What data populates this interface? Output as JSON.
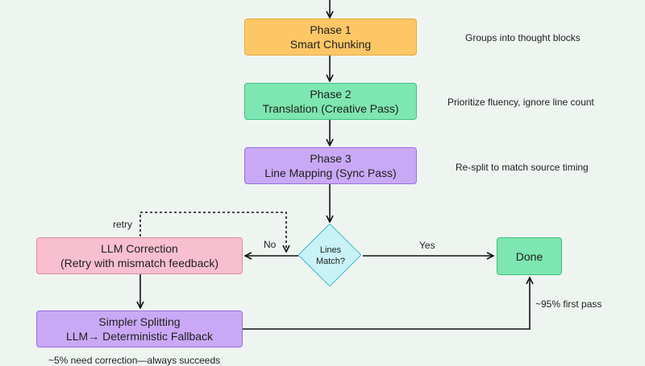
{
  "nodes": {
    "phase1": {
      "line1": "Phase 1",
      "line2": "Smart Chunking",
      "fill": "#fdc766",
      "stroke": "#e6a93a"
    },
    "phase2": {
      "line1": "Phase 2",
      "line2": "Translation (Creative Pass)",
      "fill": "#7ee6b0",
      "stroke": "#3fbf86"
    },
    "phase3": {
      "line1": "Phase 3",
      "line2": "Line Mapping (Sync Pass)",
      "fill": "#c9a9f5",
      "stroke": "#9a6fe0"
    },
    "decision": {
      "line1": "Lines",
      "line2": "Match?",
      "fill": "#c8f2f6",
      "stroke": "#38b8c8"
    },
    "llm_correction": {
      "line1": "LLM Correction",
      "line2": "(Retry with mismatch feedback)",
      "fill": "#f8bfd0",
      "stroke": "#e48aa6"
    },
    "simpler_splitting": {
      "line1": "Simpler Splitting",
      "line2": "LLM→ Deterministic Fallback",
      "fill": "#c9a9f5",
      "stroke": "#9a6fe0"
    },
    "done": {
      "label": "Done",
      "fill": "#7ee6b0",
      "stroke": "#3fbf86"
    }
  },
  "notes": {
    "phase1": "Groups into thought blocks",
    "phase2": "Prioritize fluency, ignore line count",
    "phase3": "Re-split to match source timing",
    "first_pass": "~95% first pass",
    "bottom": "~5% need correction—always succeeds"
  },
  "edge_labels": {
    "retry": "retry",
    "no": "No",
    "yes": "Yes"
  },
  "line_color": "#111111"
}
